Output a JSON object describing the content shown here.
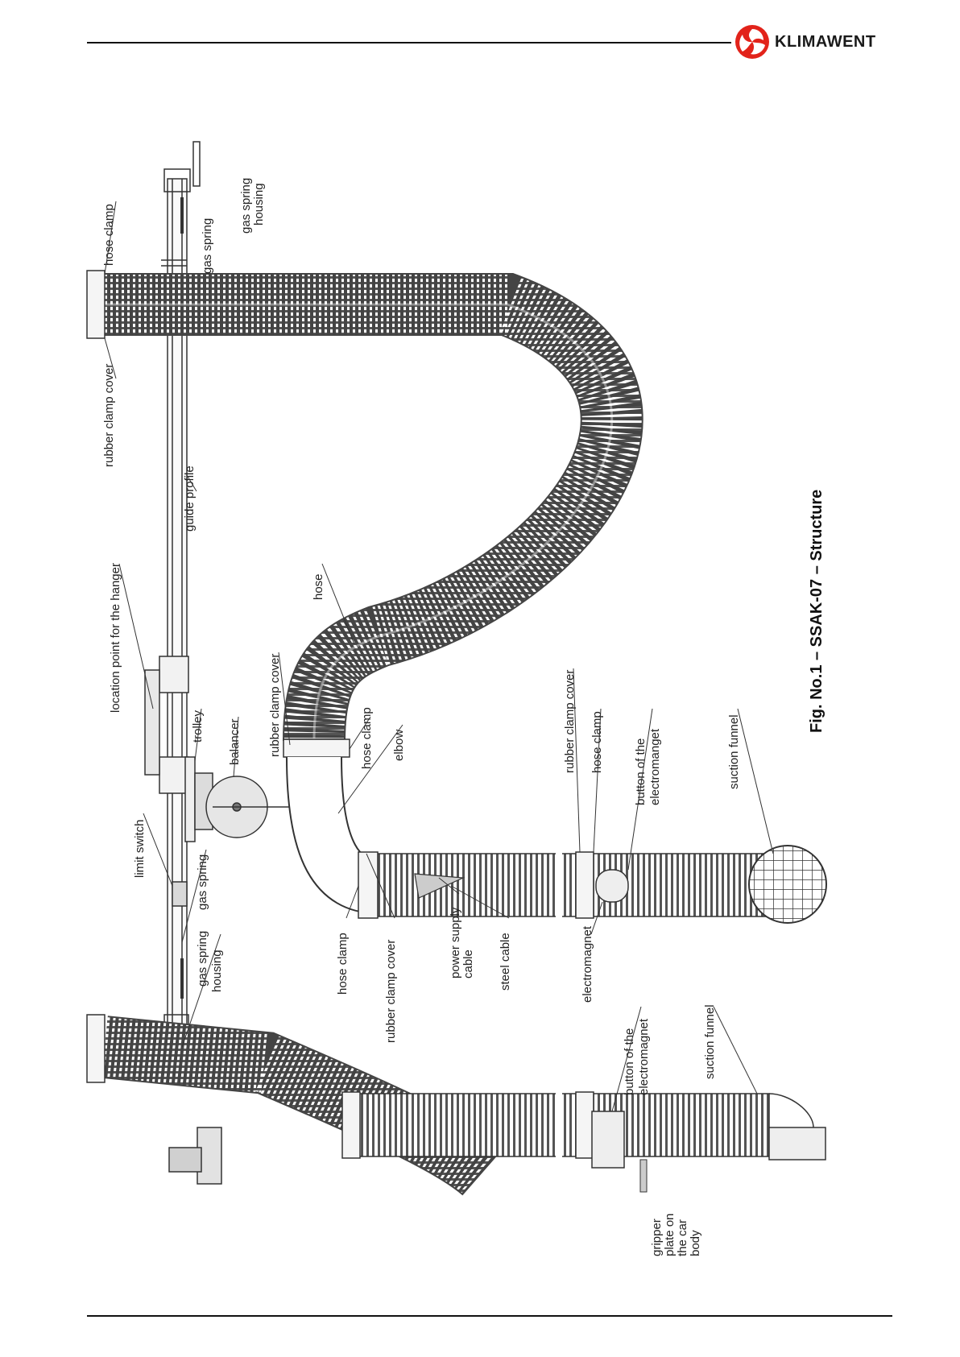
{
  "header": {
    "brand": "KLIMAWENT"
  },
  "figure": {
    "caption": "Fig. No.1  –  SSAK-07  –  Structure",
    "labels": {
      "hose_clamp_top": "hose clamp",
      "rubber_clamp_cover_top": "rubber clamp cover",
      "guide_profile": "guide profile",
      "location_point": "location point for the hanger",
      "gas_spring_right": "gas spring",
      "gas_spring_housing_right_1": "gas spring",
      "gas_spring_housing_right_2": "housing",
      "hose": "hose",
      "rubber_clamp_cover_mid": "rubber clamp cover",
      "hose_clamp_mid": "hose clamp",
      "elbow": "elbow",
      "trolley": "trolley",
      "balancer": "balancer",
      "limit_switch": "limit switch",
      "gas_spring_left": "gas spring",
      "gas_spring_housing_left_1": "gas spring",
      "gas_spring_housing_left_2": "housing",
      "hose_clamp_low": "hose clamp",
      "rubber_clamp_cover_low": "rubber clamp cover",
      "power_supply_1": "power supply",
      "power_supply_2": "cable",
      "steel_cable": "steel cable",
      "electromagnet": "electromagnet",
      "rubber_clamp_cover_right": "rubber clamp cover",
      "hose_clamp_right": "hose clamp",
      "button_electromangnet_1": "button of the",
      "button_electromangnet_2": "electromanget",
      "suction_funnel_right": "suction funnel",
      "button_electromagnet_1": "button of the",
      "button_electromagnet_2": "electromagnet",
      "suction_funnel_left": "suction funnel",
      "gripper_1": "gripper",
      "gripper_2": "plate on",
      "gripper_3": "the car",
      "gripper_4": "body"
    }
  }
}
